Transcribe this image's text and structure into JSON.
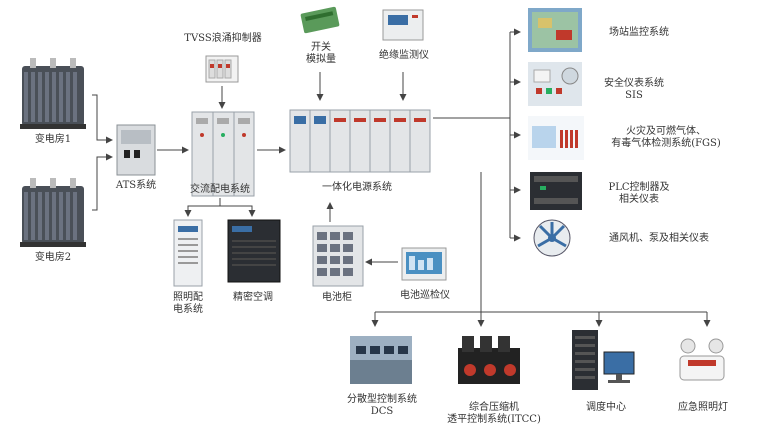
{
  "labels": {
    "transformer1": "变电房1",
    "transformer2": "变电房2",
    "ats": "ATS系统",
    "tvss": "TVSS浪涌抑制器",
    "switch_analog": "开关\n模拟量",
    "insulation": "绝缘监测仪",
    "ac_dist": "交流配电系统",
    "integrated_power": "一体化电源系统",
    "lighting_dist": "照明配\n电系统",
    "precision_ac": "精密空调",
    "battery_cabinet": "电池柜",
    "battery_inspector": "电池巡检仪",
    "station_monitor": "场站监控系统",
    "sis": "安全仪表系统\nSIS",
    "fgs": "火灾及可燃气体、\n有毒气体检测系统(FGS)",
    "plc": "PLC控制器及\n相关仪表",
    "ventilation": "通风机、泵及相关仪表",
    "dcs": "分散型控制系统\nDCS",
    "ittc": "综合压缩机\n透平控制系统(ITCC)",
    "dispatch": "调度中心",
    "emergency_light": "应急照明灯"
  },
  "colors": {
    "line": "#444444",
    "cabinet": "#d9dcdf",
    "cabinet_dark": "#9aa1a8",
    "screen": "#3a6ea5"
  },
  "icons": {
    "transformer": "transformer-icon",
    "cabinet": "cabinet-icon",
    "monitor": "monitor-icon",
    "server": "server-rack-icon",
    "fan": "fan-icon",
    "lamp": "emergency-lamp-icon"
  }
}
